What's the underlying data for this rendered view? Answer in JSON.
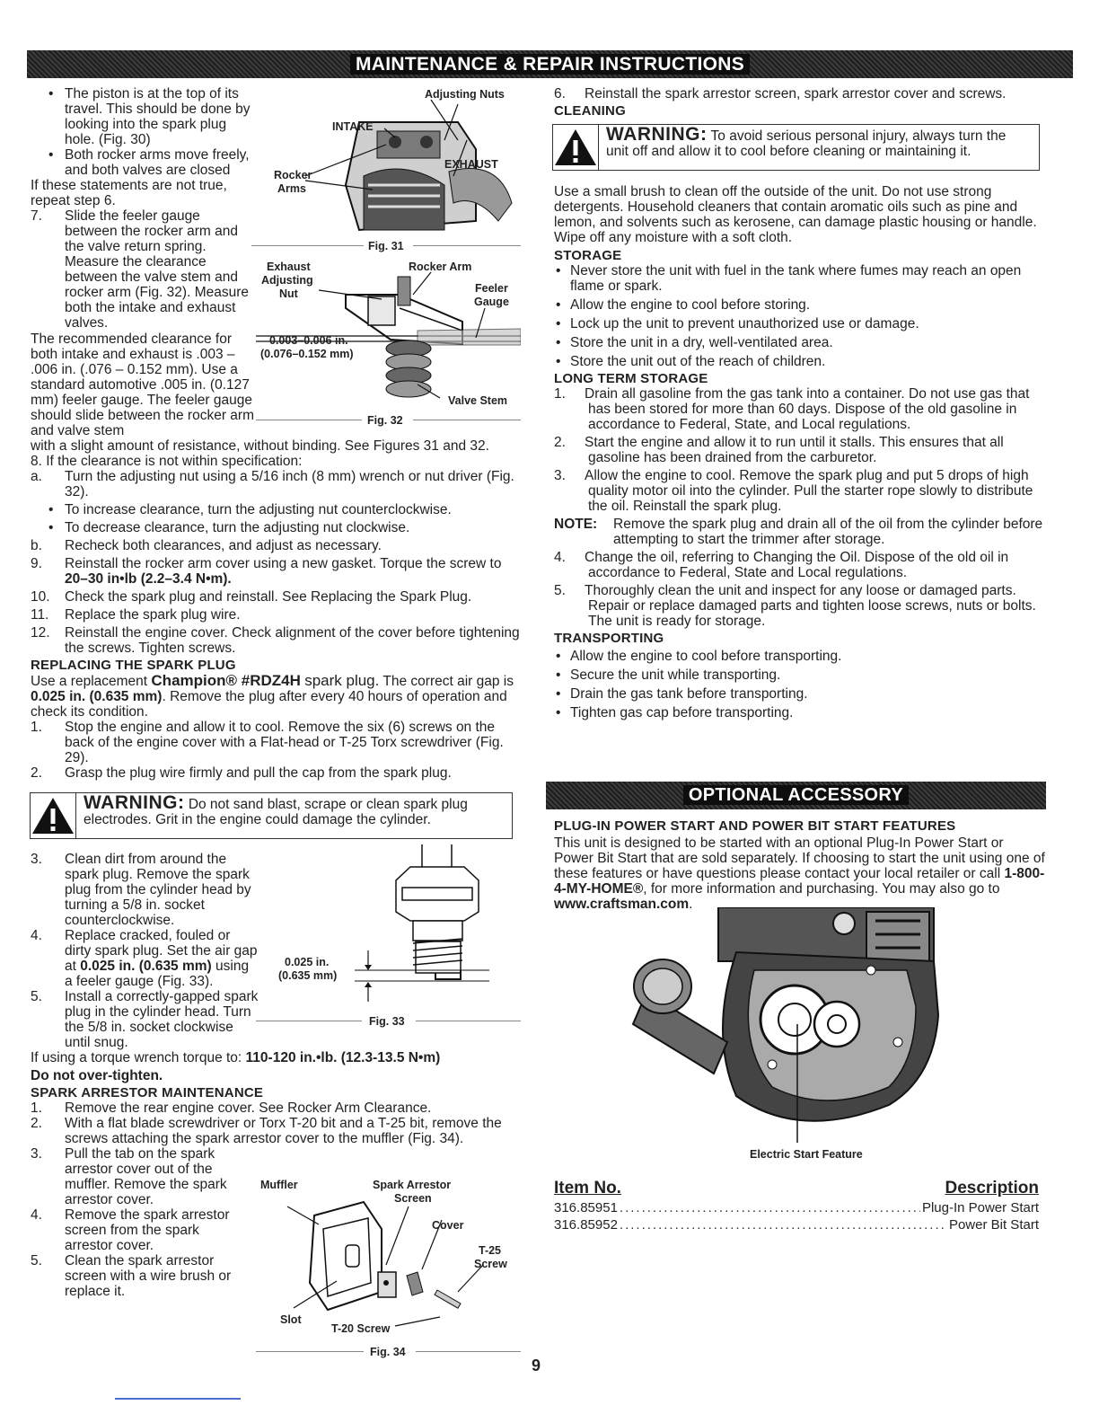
{
  "banners": {
    "main": "MAINTENANCE & REPAIR INSTRUCTIONS",
    "accessory": "OPTIONAL ACCESSORY"
  },
  "left": {
    "b_piston": "The piston is at the top of its travel. This should be done by looking into the spark plug hole. (Fig. 30)",
    "b_rocker": "Both rocker arms move freely, and both valves are closed",
    "not_true": "If these statements are not true, repeat step 6.",
    "s7n": "7.",
    "s7": "Slide the feeler gauge between the rocker arm and the valve return spring. Measure the clearance between the valve stem and rocker arm (Fig. 32). Measure both the intake and exhaust valves.",
    "recommended": "The recommended clearance for both intake and exhaust is .003 – .006 in. (.076 – 0.152 mm). Use a standard automotive .005 in. (0.127 mm) feeler gauge. The feeler gauge should slide between the rocker arm and valve stem",
    "recommended_end": "with a slight amount of resistance, without binding. See Figures 31 and 32.",
    "s8": "8. If the clearance is not within specification:",
    "sa_n": "a.",
    "sa": "Turn the adjusting nut using a 5/16 inch (8 mm) wrench or nut driver (Fig. 32).",
    "b_inc": "To increase clearance, turn the adjusting nut counterclockwise.",
    "b_dec": "To decrease clearance, turn the adjusting nut clockwise.",
    "sb_n": "b.",
    "sb": "Recheck both clearances, and adjust as necessary.",
    "s9n": "9.",
    "s9": "Reinstall the rocker arm cover using a new gasket. Torque the screw to",
    "s9_bold": "20–30 in•lb (2.2–3.4 N•m).",
    "s10n": "10.",
    "s10": "Check the spark plug and reinstall. See Replacing the Spark Plug.",
    "s11n": "11.",
    "s11": "Replace the spark plug wire.",
    "s12n": "12.",
    "s12": "Reinstall the engine cover. Check alignment of the cover before tightening the screws. Tighten screws.",
    "h_replace": "REPLACING THE SPARK PLUG",
    "rep_a": "Use a replacement",
    "rep_brand": "Champion® #RDZ4H",
    "rep_b": "spark plug.",
    "rep_c": "The correct air gap is",
    "rep_gap": "0.025 in. (0.635 mm)",
    "rep_d": ". Remove the plug after every 40 hours of operation and check its condition.",
    "r1n": "1.",
    "r1": "Stop the engine and allow it to cool. Remove the six (6) screws on the back of the engine cover with a Flat-head or T-25 Torx screwdriver (Fig. 29).",
    "r2n": "2.",
    "r2": "Grasp the plug wire firmly and pull the cap from the spark plug.",
    "warn_title": "WARNING:",
    "warn_text": "Do not sand blast, scrape or clean spark plug electrodes. Grit in the engine could damage the cylinder.",
    "r3n": "3.",
    "r3": "Clean dirt from around the spark plug. Remove the spark plug from the cylinder head by turning a 5/8 in. socket counterclockwise.",
    "r4n": "4.",
    "r4a": "Replace cracked, fouled or dirty spark plug. Set the air gap at",
    "r4_bold": "0.025 in. (0.635 mm)",
    "r4b": "using a feeler gauge (Fig. 33).",
    "r5n": "5.",
    "r5": "Install a correctly-gapped spark plug in the cylinder head. Turn the 5/8 in. socket clockwise until snug.",
    "torque_a": "If using a torque wrench torque to:",
    "torque_b": "110-120 in.•lb. (12.3-13.5 N•m)",
    "no_over": "Do not over-tighten.",
    "h_arrestor": "SPARK ARRESTOR MAINTENANCE",
    "a1n": "1.",
    "a1": "Remove the rear engine cover. See Rocker Arm Clearance.",
    "a2n": "2.",
    "a2": "With a flat blade screwdriver or Torx T-20 bit and a T-25 bit, remove the screws attaching the spark arrestor cover to the muffler (Fig. 34).",
    "a3n": "3.",
    "a3": "Pull the tab on the spark arrestor cover out of the muffler. Remove the spark arrestor cover.",
    "a4n": "4.",
    "a4": "Remove the spark arrestor screen from the spark arrestor cover.",
    "a5n": "5.",
    "a5": "Clean the spark arrestor screen with a wire brush or replace it."
  },
  "figs": {
    "f31": {
      "caption": "Fig. 31",
      "adjusting_nuts": "Adjusting Nuts",
      "intake": "INTAKE",
      "exhaust": "EXHAUST",
      "rocker": "Rocker",
      "arms": "Arms"
    },
    "f32": {
      "caption": "Fig. 32",
      "exhaust": "Exhaust",
      "adjusting": "Adjusting",
      "nut": "Nut",
      "rocker_arm": "Rocker Arm",
      "feeler": "Feeler",
      "gauge": "Gauge",
      "clear1": "0.003–0.006 in.",
      "clear2": "(0.076–0.152 mm)",
      "valve_stem": "Valve Stem"
    },
    "f33": {
      "caption": "Fig. 33",
      "gap1": "0.025 in.",
      "gap2": "(0.635 mm)"
    },
    "f34": {
      "caption": "Fig. 34",
      "muffler": "Muffler",
      "spark_arrestor": "Spark Arrestor",
      "screen": "Screen",
      "cover": "Cover",
      "t25": "T-25",
      "screw": "Screw",
      "slot": "Slot",
      "t20": "T-20 Screw"
    },
    "electric": {
      "caption": "Electric Start Feature"
    }
  },
  "right": {
    "s6n": "6.",
    "s6": "Reinstall the spark arrestor screen, spark arrestor cover and screws.",
    "h_cleaning": "CLEANING",
    "warn_title": "WARNING:",
    "warn_text": "To avoid serious personal injury, always turn the unit off and allow it to cool before cleaning or maintaining it.",
    "clean_p": "Use a small brush to clean off the outside of the unit. Do not use strong detergents. Household cleaners that contain aromatic oils such as pine and lemon, and solvents such as kerosene, can damage plastic housing or handle. Wipe off any moisture with a soft cloth.",
    "h_storage": "STORAGE",
    "st1": "Never store the unit with fuel in the tank where fumes may reach an open flame or spark.",
    "st2": "Allow the engine to cool before storing.",
    "st3": "Lock up the unit to prevent unauthorized use or damage.",
    "st4": "Store the unit in a dry, well-ventilated area.",
    "st5": "Store the unit out of the reach of children.",
    "h_long": "LONG TERM STORAGE",
    "l1n": "1.",
    "l1": "Drain all gasoline from the gas tank into a container. Do not use gas that has been stored for more than 60 days. Dispose of the old gasoline in accordance to Federal, State, and Local regulations.",
    "l2n": "2.",
    "l2": "Start the engine and allow it to run until it stalls. This ensures that all gasoline has been drained from the carburetor.",
    "l3n": "3.",
    "l3": "Allow the engine to cool. Remove the spark plug and put 5 drops of high quality motor oil into the cylinder. Pull the starter rope slowly to distribute the oil. Reinstall the spark plug.",
    "note_label": "NOTE:",
    "note": "Remove the spark plug and drain all of the oil from the cylinder before attempting to start the trimmer after storage.",
    "l4n": "4.",
    "l4": "Change the oil, referring to Changing the Oil. Dispose of the old oil in accordance to Federal, State and Local regulations.",
    "l5n": "5.",
    "l5": "Thoroughly clean the unit and inspect for any loose or damaged parts. Repair or replace damaged parts and tighten loose screws, nuts or bolts. The unit is ready for storage.",
    "h_transport": "TRANSPORTING",
    "t1": "Allow the engine to cool before transporting.",
    "t2": "Secure the unit while transporting.",
    "t3": "Drain the gas tank before transporting.",
    "t4": "Tighten gas cap before transporting.",
    "h_plugin": "PLUG-IN POWER START AND POWER BIT START FEATURES",
    "plug_a": "This unit is designed to be started with an optional Plug-In Power Start or Power Bit Start that are sold separately. If choosing to start the unit using one of these features or have questions please contact your local retailer or call",
    "phone": "1-800-4-MY-HOME®",
    "plug_b": ", for more information and purchasing. You may also go to",
    "website": "www.craftsman.com",
    "plug_c": "."
  },
  "parts": {
    "col_item": "Item No.",
    "col_desc": "Description",
    "rows": [
      {
        "item": "316.85951",
        "desc": "Plug-In Power Start"
      },
      {
        "item": "316.85952",
        "desc": "Power Bit Start"
      }
    ]
  },
  "page_number": "9"
}
